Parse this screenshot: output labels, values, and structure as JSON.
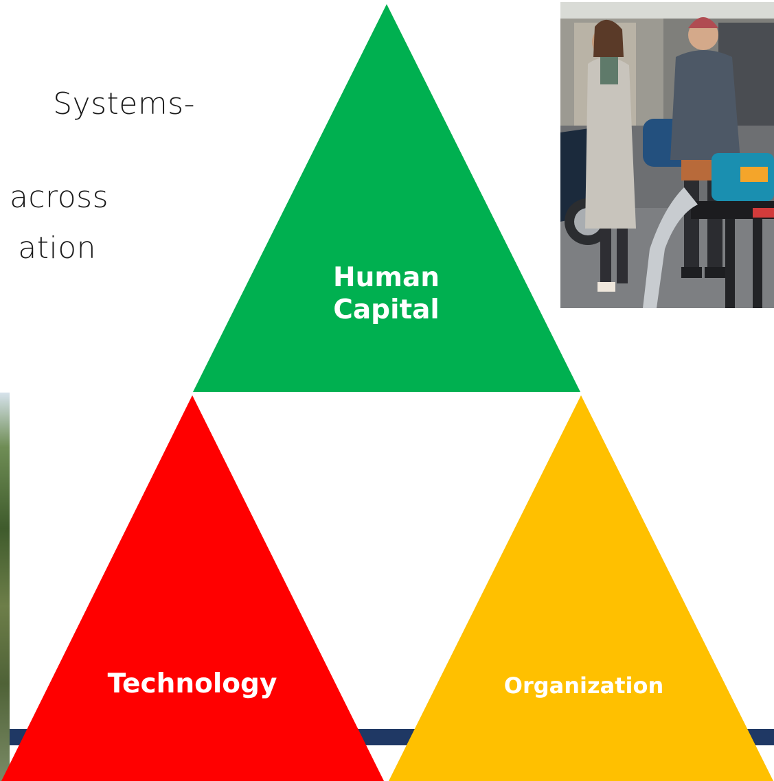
{
  "body_text": {
    "line_1": "Systems-",
    "line_2": "across",
    "line_3": "ation"
  },
  "triangles": {
    "human_capital": {
      "label": "Human\nCapital",
      "color": "#00b050"
    },
    "technology": {
      "label": "Technology",
      "color": "#ff0000"
    },
    "organization": {
      "label": "Organization",
      "color": "#ffc000"
    }
  },
  "colors": {
    "footer_band": "#1f3864",
    "background": "#ffffff"
  },
  "images": {
    "top_right_photo": "two-women-with-robot-photo",
    "left_photo": "outdoor-photo-cropped"
  }
}
